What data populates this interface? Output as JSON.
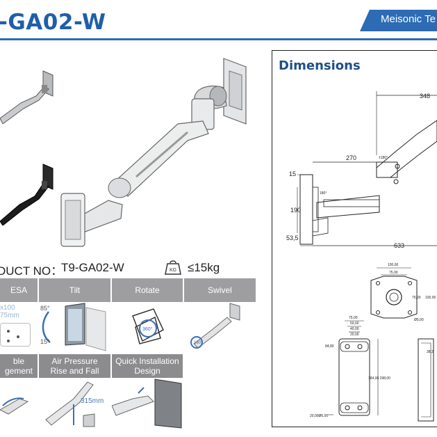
{
  "header": {
    "title": "-GA02-W",
    "brand": "Meisonic Te"
  },
  "product": {
    "part_label": "DUCT NO：",
    "part_number": "T9-GA02-W",
    "weight_icon_text": "KG",
    "weight_limit": "≤15kg"
  },
  "features": {
    "row1": [
      {
        "label": "ESA"
      },
      {
        "label": "Tilt"
      },
      {
        "label": "Rotate"
      },
      {
        "label": "Swivel"
      }
    ],
    "row2": [
      {
        "label_line1": "ble",
        "label_line2": "gement"
      },
      {
        "label_line1": "Air Pressure",
        "label_line2": "Rise and Fall"
      },
      {
        "label_line1": "Quick Installation",
        "label_line2": "Design"
      }
    ],
    "vesa_lines": [
      "x100",
      "75mm"
    ],
    "tilt_up": "85°",
    "tilt_down": "15°",
    "rotate_text": "360°",
    "swivel_text": "180°",
    "lift_text": "315mm"
  },
  "dimensions": {
    "title": "Dimensions",
    "d348": "348",
    "d270": "270",
    "d15": "15",
    "d190": "190",
    "d53": "53,5",
    "d633": "633",
    "angle1": "±180°",
    "angle2": "180°",
    "plate_w1": "100,00",
    "plate_w2": "75,00",
    "plate_h1": "75,00",
    "plate_h2": "100,00",
    "plate_hole": "Ø5,00",
    "base_w1": "75,00",
    "base_w2": "50,00",
    "base_w3": "40,00",
    "base_w4": "20,00",
    "base_side": "84,80",
    "base_h": "184,00 298,00",
    "base_slot": "20,00Ø6,00°°°°",
    "side_lbl": "38,2"
  },
  "colors": {
    "brand_blue": "#2d6bb5",
    "title_blue": "#1f5fa8",
    "tab_gray": "#9e9ea0"
  }
}
